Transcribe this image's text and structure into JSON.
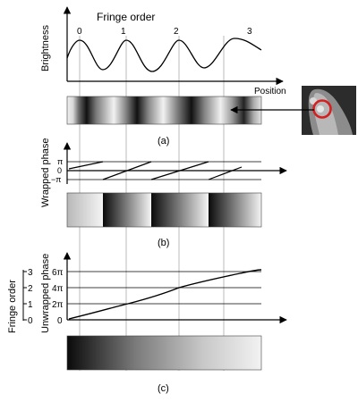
{
  "panel_a": {
    "title": "Fringe order",
    "fringe_order_labels": [
      "0",
      "1",
      "2",
      "3"
    ],
    "y_label": "Brightness",
    "x_label": "Position",
    "caption": "(a)"
  },
  "panel_b": {
    "y_label": "Wrapped phase",
    "ticks": [
      "π",
      "0",
      "−π"
    ],
    "caption": "(b)"
  },
  "panel_c": {
    "y_label_left": "Fringe order",
    "y_label_right": "Unwrapped phase",
    "fringe_ticks": [
      "0",
      "1",
      "2",
      "3"
    ],
    "phase_ticks": [
      "0",
      "2π",
      "4π",
      "6π"
    ],
    "caption": "(c)"
  },
  "colors": {
    "marker_ring": "#d42020",
    "guide_lines": "#aaaaaa",
    "axis": "#000000"
  }
}
